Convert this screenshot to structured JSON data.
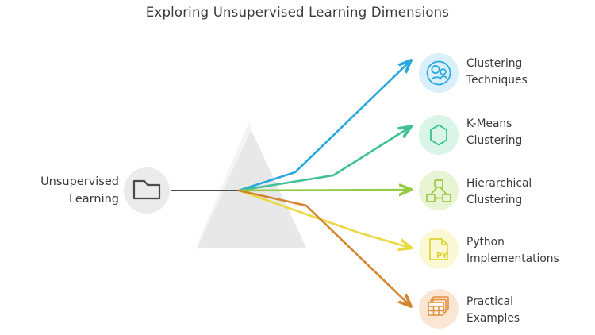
{
  "title": "Exploring Unsupervised Learning Dimensions",
  "source": {
    "label": "Unsupervised\nLearning",
    "icon": "folder-icon",
    "circle_color": "#ebebeb",
    "icon_color": "#4a4a4a",
    "ray_color": "#4a4a55"
  },
  "prism": {
    "name": "prism-triangle",
    "fill": "#e8e8e8",
    "split_line_color": "#ffffff"
  },
  "branches": [
    {
      "label": "Clustering\nTechniques",
      "icon": "users-group-icon",
      "color": "#29a8e0",
      "badge_bg": "#d9f0fa",
      "ray_color": "#29a8e0"
    },
    {
      "label": "K-Means\nClustering",
      "icon": "hexagon-icon",
      "color": "#37c48a",
      "badge_bg": "#d8f5e7",
      "ray_color": "#3fc293"
    },
    {
      "label": "Hierarchical\nClustering",
      "icon": "hierarchy-tree-icon",
      "color": "#9bc93c",
      "badge_bg": "#e9f4d4",
      "ray_color": "#95ca45"
    },
    {
      "label": "Python\nImplementations",
      "icon": "python-file-icon",
      "icon_text": "PY",
      "color": "#e8de3e",
      "badge_bg": "#fbf8d6",
      "ray_color": "#ead940"
    },
    {
      "label": "Practical\nExamples",
      "icon": "spreadsheet-stack-icon",
      "color": "#e0913f",
      "badge_bg": "#fae6d2",
      "ray_color": "#d4852f"
    }
  ]
}
